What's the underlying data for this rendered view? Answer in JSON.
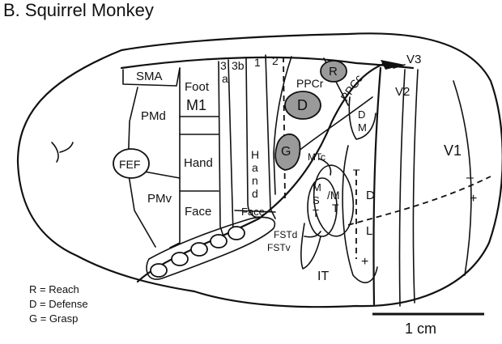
{
  "title": "B. Squirrel Monkey",
  "areas": {
    "sma": "SMA",
    "pmd": "PMd",
    "pmv": "PMv",
    "fef": "FEF",
    "foot": "Foot",
    "m1": "M1",
    "hand": "Hand",
    "face": "Face",
    "a3": "3",
    "a3_sub": "a",
    "a3b": "3b",
    "a1": "1",
    "a2": "2",
    "hand_vertical": [
      "H",
      "a",
      "n",
      "d"
    ],
    "face_strip": "Face",
    "ppcr": "PPCr",
    "ppcc": "PPCc",
    "reach": "R",
    "defense": "D",
    "grasp": "G",
    "dm": [
      "D",
      "M"
    ],
    "mtc": "MTc",
    "mst": [
      "M",
      "S",
      "T"
    ],
    "mt": [
      "/M",
      "T"
    ],
    "fstd": "FSTd",
    "fstv": "FSTv",
    "it": "IT",
    "v1": "V1",
    "v2": "V2",
    "v3": "V3",
    "dl": [
      "D",
      "L"
    ],
    "minus": "–",
    "plus": "+"
  },
  "legend": [
    "R = Reach",
    "D = Defense",
    "G = Grasp"
  ],
  "scale_bar": "1 cm"
}
